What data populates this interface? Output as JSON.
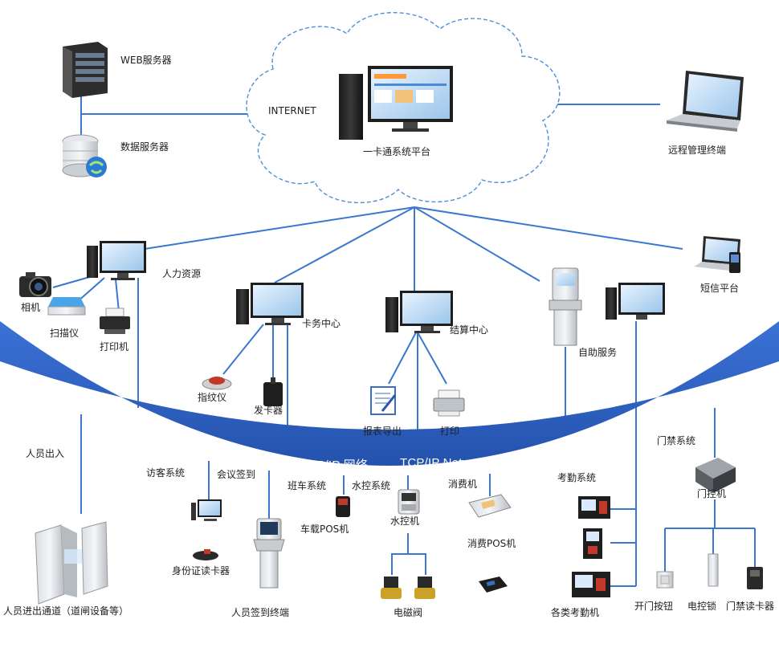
{
  "colors": {
    "arc_blue": "#2f63c4",
    "line_blue": "#3a78d0",
    "cloud_dash": "#4a90d9",
    "text": "#222222"
  },
  "cloud": {
    "internet": "INTERNET",
    "platform": "一卡通系统平台"
  },
  "servers": {
    "web": "WEB服务器",
    "db": "数据服务器"
  },
  "remote": "远程管理终端",
  "network": {
    "cn": "TCP/IP 网络",
    "en": "TCP/IP Network"
  },
  "upper": {
    "hr": "人力资源",
    "camera": "相机",
    "scanner": "扫描仪",
    "printer": "打印机",
    "card_center": "卡务中心",
    "fingerprint": "指纹仪",
    "card_issuer": "发卡器",
    "settlement": "结算中心",
    "report": "报表导出",
    "print": "打印",
    "self_service": "自助服务",
    "sms": "短信平台"
  },
  "lower": {
    "personnel_in_out": "人员出入",
    "gate_channel": "人员进出通道（道闸设备等）",
    "visitor": "访客系统",
    "id_reader": "身份证读卡器",
    "meeting": "会议签到",
    "signin_terminal": "人员签到终端",
    "shuttle": "班车系统",
    "vehicle_pos": "车载POS机",
    "water_control": "水控系统",
    "water_machine": "水控机",
    "solenoid": "电磁阀",
    "consumption": "消费机",
    "consume_pos": "消费POS机",
    "attendance": "考勤系统",
    "attendance_machines": "各类考勤机",
    "access": "门禁系统",
    "door_controller": "门控机",
    "open_button": "开门按钮",
    "electric_lock": "电控锁",
    "door_reader": "门禁读卡器"
  }
}
